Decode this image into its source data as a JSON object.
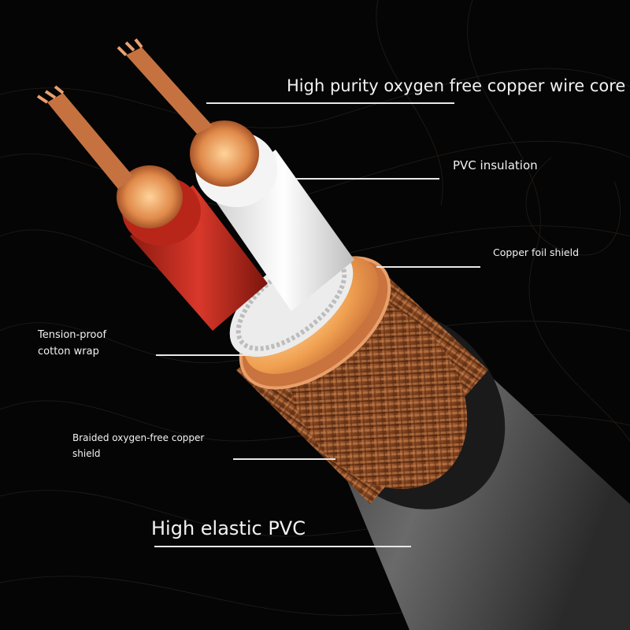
{
  "diagram": {
    "labels": {
      "wire_core": "High purity oxygen free copper wire core",
      "pvc_insulation": "PVC insulation",
      "copper_foil_shield": "Copper foil shield",
      "cotton_wrap_line1": "Tension-proof",
      "cotton_wrap_line2": "cotton wrap",
      "braided_shield_line1": "Braided oxygen-free copper",
      "braided_shield_line2": "shield",
      "outer_jacket": "High elastic PVC"
    },
    "colors": {
      "background": "#050505",
      "copper": "#d9824a",
      "red_insulation": "#c42b1c",
      "white_insulation": "#f4f4f4",
      "foil": "#f0a050",
      "braid": "#8a4a22",
      "jacket": "#5a5a5a",
      "leader_line": "#e8e8e8"
    }
  }
}
